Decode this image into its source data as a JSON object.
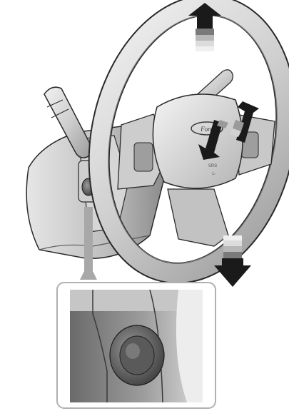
{
  "illustration": {
    "subject": "steering-column-adjustment",
    "colors": {
      "background": "#ffffff",
      "wheel": "#d9d9d9",
      "wheel_shadow": "#8a8a8a",
      "outline": "#2a2a2a",
      "arrow_dark": "#1a1a1a",
      "arrow_light": "#eeeeee",
      "inset_frame": "#b0b0b0"
    },
    "arrows": [
      {
        "name": "tilt-up-arrow",
        "direction": "up"
      },
      {
        "name": "tilt-down-arrow",
        "direction": "down"
      },
      {
        "name": "telescope-out-arrow",
        "direction": "toward-driver"
      },
      {
        "name": "telescope-in-arrow",
        "direction": "away-from-driver"
      }
    ],
    "badge_lines": [
      "Ford"
    ],
    "hub_labels": [
      "SRS",
      "L-"
    ]
  }
}
